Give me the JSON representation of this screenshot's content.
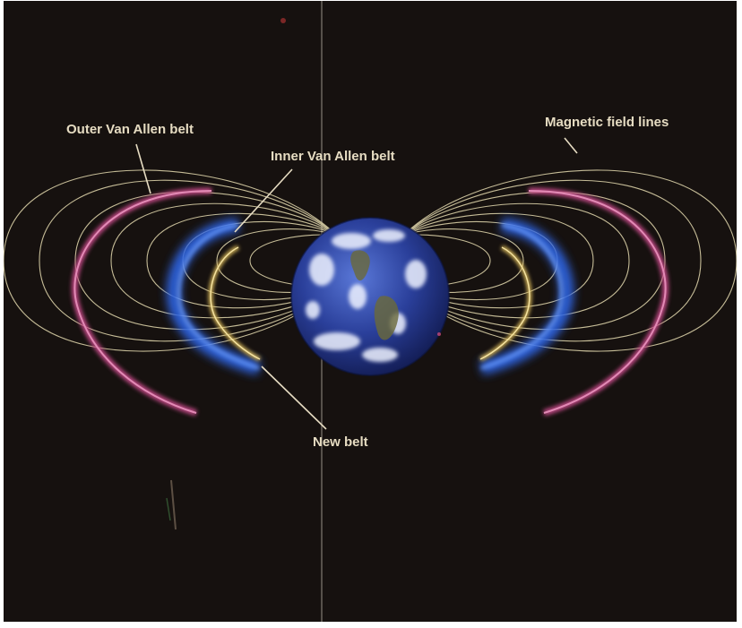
{
  "labels": {
    "outer_belt": "Outer Van Allen belt",
    "inner_belt": "Inner Van Allen belt",
    "field_lines": "Magnetic field lines",
    "new_belt": "New belt"
  },
  "colors": {
    "background": "#16110f",
    "field_line": "#d9cfa6",
    "outer_belt": "#c24a86",
    "inner_belt": "#2e63e0",
    "new_belt": "#d8b85a",
    "label": "#e6dcc2",
    "earth_ocean": "#2a3f9a"
  },
  "icons": {
    "earth": "earth-globe-icon"
  }
}
